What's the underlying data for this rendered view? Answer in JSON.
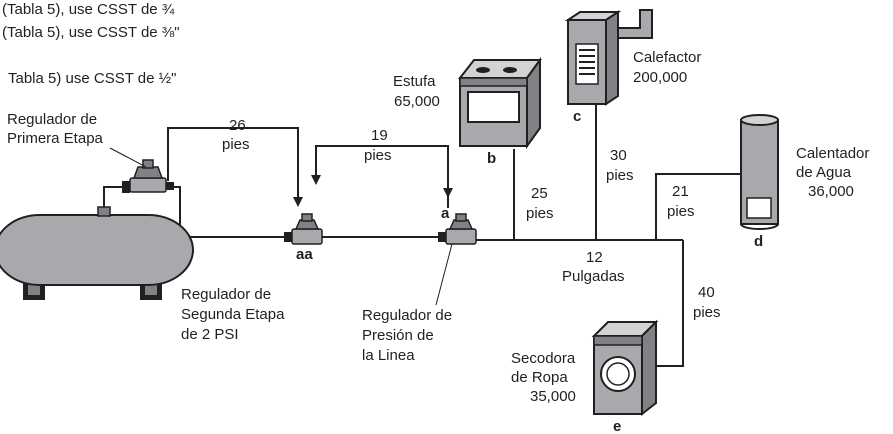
{
  "notes": {
    "line1": "(Tabla 5), use CSST de ¾",
    "line2": "(Tabla 5), use CSST de ⅜\"",
    "line3": "Tabla 5) use CSST de ½\""
  },
  "regulators": {
    "first_stage_l1": "Regulador de",
    "first_stage_l2": "Primera Etapa",
    "second_stage_l1": "Regulador de",
    "second_stage_l2": "Segunda Etapa",
    "second_stage_l3": "de 2 PSI",
    "line_pressure_l1": "Regulador de",
    "line_pressure_l2": "Presión de",
    "line_pressure_l3": "la Linea"
  },
  "tags": {
    "aa": "aa",
    "a": "a",
    "b": "b",
    "c": "c",
    "d": "d",
    "e": "e"
  },
  "lengths": {
    "run_26": "26",
    "run_26_unit": "pies",
    "run_19": "19",
    "run_19_unit": "pies",
    "run_25": "25",
    "run_25_unit": "pies",
    "run_30": "30",
    "run_30_unit": "pies",
    "run_21": "21",
    "run_21_unit": "pies",
    "run_40": "40",
    "run_40_unit": "pies",
    "run_12": "12",
    "run_12_unit": "Pulgadas"
  },
  "appliances": {
    "estufa_name": "Estufa",
    "estufa_btu": "65,000",
    "calefactor_name": "Calefactor",
    "calefactor_btu": "200,000",
    "calentador_l1": "Calentador",
    "calentador_l2": "de Agua",
    "calentador_btu": "36,000",
    "secodora_l1": "Secodora",
    "secodora_l2": "de Ropa",
    "secodora_btu": "35,000"
  },
  "colors": {
    "line": "#231f20",
    "fill_gray": "#a7a9ac",
    "fill_dark": "#808285",
    "fill_light": "#d1d3d4"
  }
}
